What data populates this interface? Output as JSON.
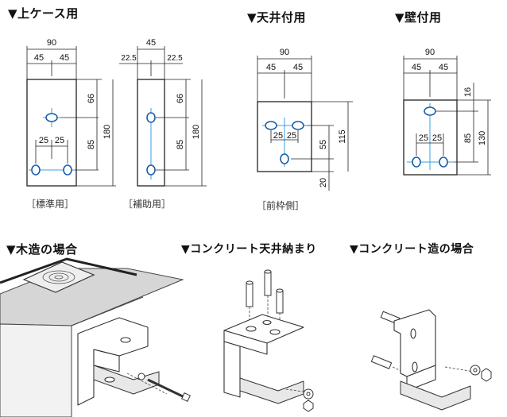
{
  "headings": {
    "upper_case": "▼上ケース用",
    "ceiling": "▼天井付用",
    "wall": "▼壁付用",
    "wood": "▼木造の場合",
    "concrete_ceiling": "▼コンクリート天井納まり",
    "concrete": "▼コンクリート造の場合"
  },
  "captions": {
    "standard": "［標準用］",
    "auxiliary": "［補助用］",
    "front_frame": "［前枠側］"
  },
  "dims": {
    "std": {
      "w": "90",
      "w1": "45",
      "w2": "45",
      "h": "180",
      "h1": "66",
      "h2": "85",
      "s1": "25",
      "s2": "25"
    },
    "aux": {
      "w": "45",
      "w1": "22.5",
      "w2": "22.5",
      "h": "180",
      "h1": "66",
      "h2": "85"
    },
    "ceil": {
      "w": "90",
      "w1": "45",
      "w2": "45",
      "h": "115",
      "h1": "55",
      "h2": "20",
      "s1": "25",
      "s2": "25"
    },
    "wall": {
      "w": "90",
      "w1": "45",
      "w2": "45",
      "h": "130",
      "h1": "16",
      "h2": "85",
      "s1": "25",
      "s2": "25"
    }
  }
}
